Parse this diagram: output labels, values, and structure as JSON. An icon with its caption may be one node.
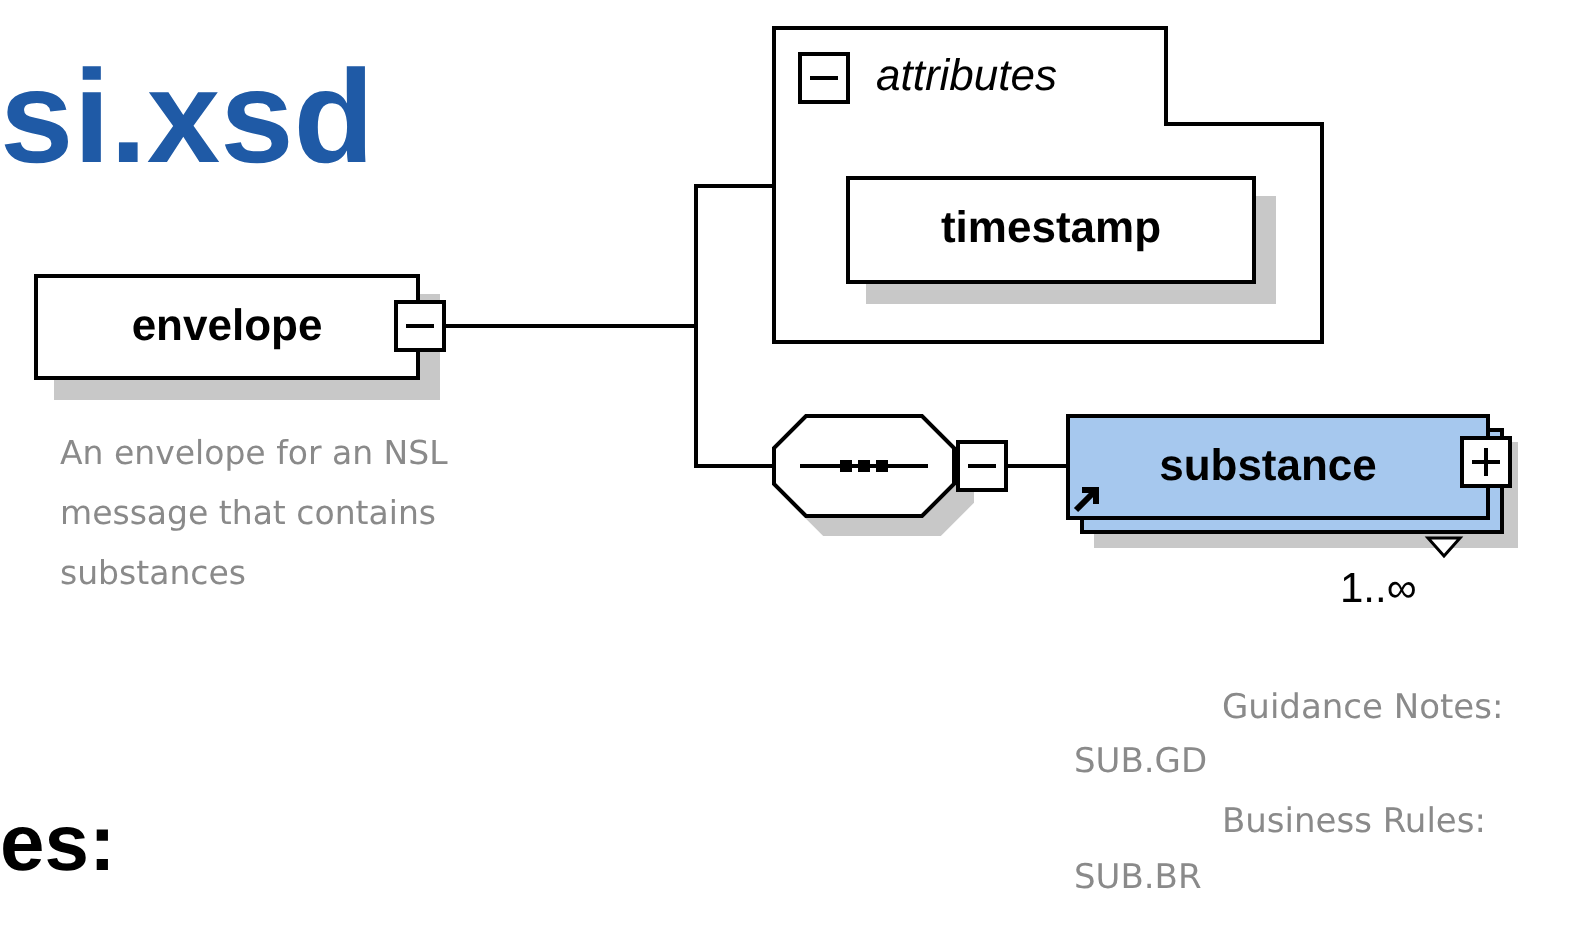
{
  "diagram": {
    "title": "si.xsd",
    "nodes": [
      {
        "text": [
          "envelope"
        ],
        "beside": [
          "An envelope for an NSL message that contains substances"
        ]
      },
      {
        "text": [
          "attributes"
        ]
      },
      {
        "text": [
          "timestamp"
        ],
        "in": 1
      },
      {
        "text": [],
        "shape": "octagon"
      },
      {
        "text": [
          "substance"
        ],
        "beside": [
          "1..∞"
        ]
      }
    ],
    "edges": [
      {
        "from": 0,
        "to": 1,
        "arrow": "none"
      },
      {
        "from": 0,
        "to": 3,
        "arrow": "none"
      },
      {
        "from": 3,
        "to": 4,
        "arrow": "none"
      }
    ],
    "labels": [
      "Guidance Notes:",
      "SUB.GD",
      "Business Rules:",
      "es:",
      "SUB.BR"
    ]
  }
}
